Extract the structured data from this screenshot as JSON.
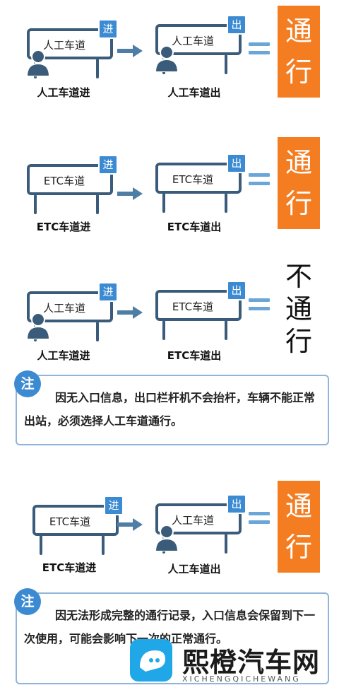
{
  "scenarios": [
    {
      "entry": {
        "board": "人工车道",
        "tag": "进",
        "caption": "人工车道进"
      },
      "exit": {
        "board": "人工车道",
        "tag": "出",
        "caption": "人工车道出"
      },
      "result_lines": [
        "通",
        "行"
      ]
    },
    {
      "entry": {
        "board": "ETC车道",
        "tag": "进",
        "caption": "ETC车道进"
      },
      "exit": {
        "board": "ETC车道",
        "tag": "出",
        "caption": "ETC车道出"
      },
      "result_lines": [
        "通",
        "行"
      ]
    },
    {
      "entry": {
        "board": "人工车道",
        "tag": "进",
        "caption": "人工车道进"
      },
      "exit": {
        "board": "ETC车道",
        "tag": "出",
        "caption": "ETC车道出"
      },
      "result_lines": [
        "不",
        "通",
        "行"
      ]
    },
    {
      "entry": {
        "board": "ETC车道",
        "tag": "进",
        "caption": "ETC车道进"
      },
      "exit": {
        "board": "人工车道",
        "tag": "出",
        "caption": "人工车道出"
      },
      "result_lines": [
        "通",
        "行"
      ]
    }
  ],
  "notes": [
    {
      "badge": "注",
      "text": "因无入口信息，出口栏杆机不会抬杆，车辆不能正常出站，必须选择人工车道通行。"
    },
    {
      "badge": "注",
      "text": "因无法形成完整的通行记录，入口信息会保留到下一次使用，可能会影响下一次的正常通行。"
    }
  ],
  "watermark": {
    "name": "熙橙汽车网",
    "sub": "XICHENGQICHEWANG"
  },
  "colors": {
    "sign": "#3a5c7a",
    "tag": "#3c8bd2",
    "result": "#f47d22",
    "arrow": "#4e7ea6",
    "equals": "#6aa6d8"
  }
}
